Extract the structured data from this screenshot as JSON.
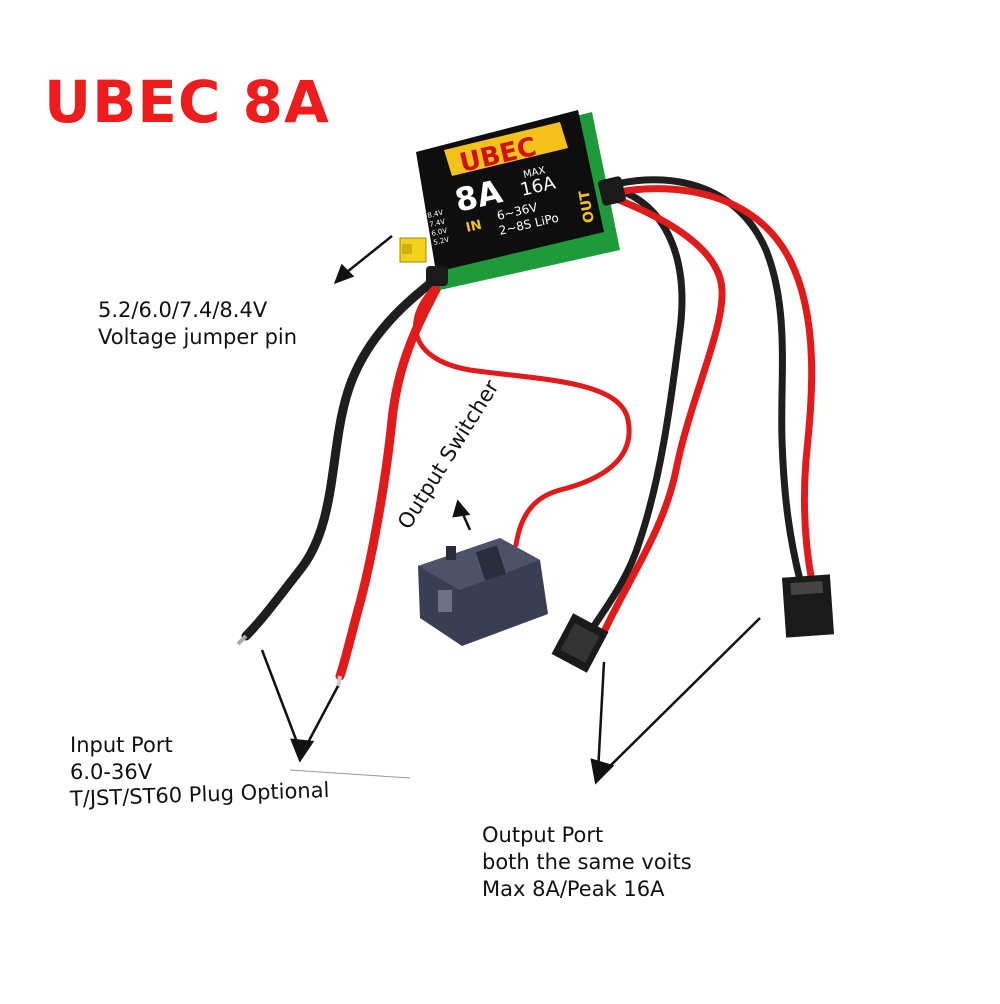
{
  "title": "UBEC 8A",
  "device": {
    "brand": "UBEC",
    "rating": "8A",
    "max_label": "MAX",
    "max_value": "16A",
    "in_label": "IN",
    "input_range": "6~36V",
    "battery": "2~8S LiPo",
    "out_label": "OUT",
    "jumper_voltages": [
      "8.4V",
      "7.4V",
      "6.0V",
      "5.2V"
    ]
  },
  "annotations": {
    "jumper": [
      "5.2/6.0/7.4/8.4V",
      "Voltage jumper pin"
    ],
    "switch": "Output Switcher",
    "input": [
      "Input Port",
      "6.0-36V",
      "T/JST/ST60 Plug Optional"
    ],
    "output": [
      "Output Port",
      "both the same voits",
      "Max 8A/Peak 16A"
    ]
  },
  "colors": {
    "title": "#ee1c1c",
    "wire_red": "#e01b1b",
    "wire_black": "#1e1e1e",
    "board_green": "#1f9a3a",
    "label_yellow": "#f4c21a"
  }
}
